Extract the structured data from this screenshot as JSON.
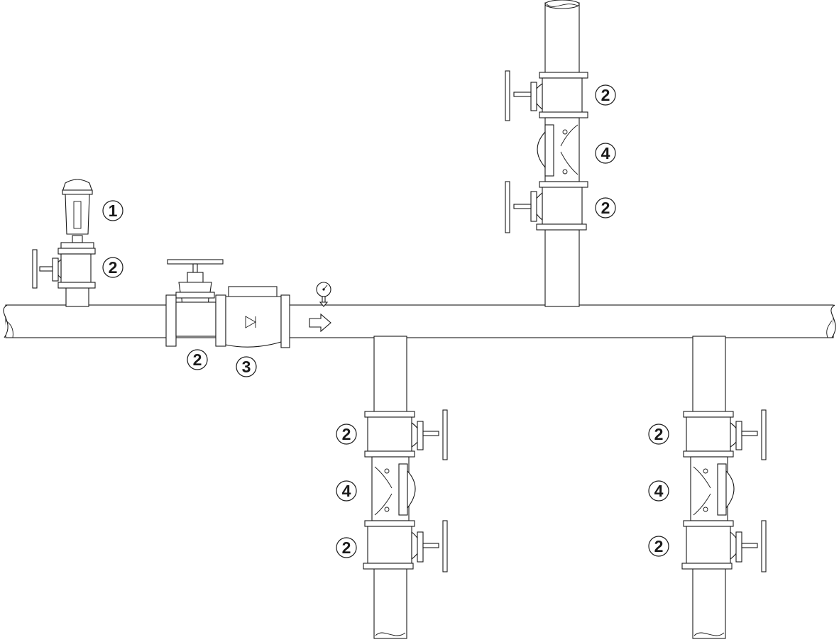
{
  "callouts": [
    {
      "id": "c1",
      "text": "1"
    },
    {
      "id": "c2",
      "text": "2"
    },
    {
      "id": "c3",
      "text": "2"
    },
    {
      "id": "c4",
      "text": "3"
    },
    {
      "id": "c5",
      "text": "2"
    },
    {
      "id": "c6",
      "text": "4"
    },
    {
      "id": "c7",
      "text": "2"
    },
    {
      "id": "c8",
      "text": "2"
    },
    {
      "id": "c9",
      "text": "4"
    },
    {
      "id": "c10",
      "text": "2"
    },
    {
      "id": "c11",
      "text": "2"
    },
    {
      "id": "c12",
      "text": "4"
    },
    {
      "id": "c13",
      "text": "2"
    }
  ],
  "symbols": {
    "air_vent": "air-vent-icon",
    "gate_valve": "gate-valve-icon",
    "check_valve": "check-valve-icon",
    "strainer": "strainer-icon",
    "pressure_gauge": "pressure-gauge-icon",
    "flow_arrow": "flow-arrow-icon"
  },
  "colors": {
    "line": "#1a1a1a",
    "background": "#ffffff"
  }
}
